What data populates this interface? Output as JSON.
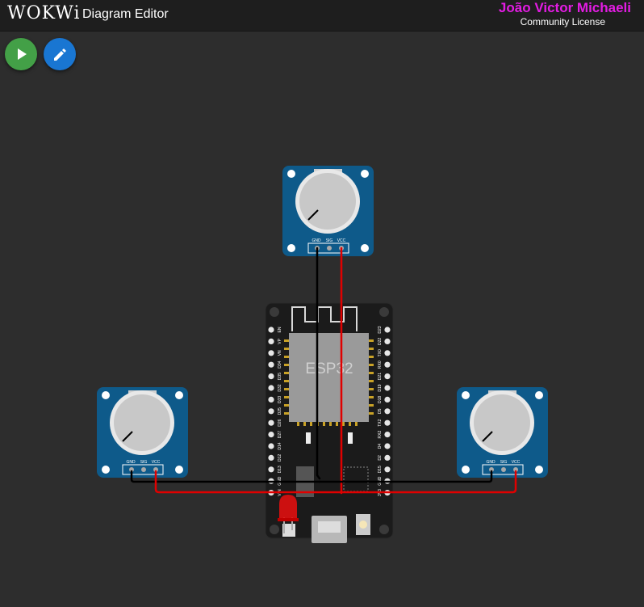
{
  "app": {
    "logo": "WOKWi",
    "title": "Diagram Editor",
    "user_name": "João Victor Michaeli",
    "license": "Community License"
  },
  "toolbar": {
    "play_icon": "play-icon",
    "edit_icon": "pencil-icon",
    "play_color": "#43a047",
    "edit_color": "#1976d2"
  },
  "diagram": {
    "board_label": "ESP32",
    "left_pins": [
      "EN",
      "VP",
      "VN",
      "D34",
      "D35",
      "D32",
      "D33",
      "D25",
      "D26",
      "D27",
      "D14",
      "D12",
      "D13",
      "GND",
      "VIN"
    ],
    "right_pins": [
      "D23",
      "D22",
      "TX0",
      "RX0",
      "D21",
      "D19",
      "D18",
      "D5",
      "TX2",
      "RX2",
      "D4",
      "D2",
      "D15",
      "GND",
      "3V3"
    ],
    "pot_pins": [
      "GND",
      "SIG",
      "VCC"
    ],
    "colors": {
      "pot_board": "#0e5a8a",
      "board": "#1b1b1b",
      "chip": "#9a9a9a",
      "wire_gnd": "#000000",
      "wire_vcc": "#e00000",
      "led": "#e01010"
    }
  }
}
